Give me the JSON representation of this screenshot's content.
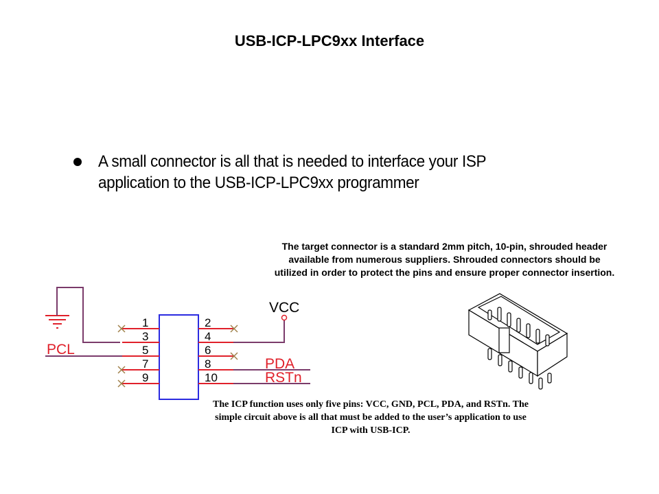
{
  "slide": {
    "title": "USB-ICP-LPC9xx Interface",
    "bullets": [
      {
        "line1": "A small connector is all that is needed to interface your ISP",
        "line2": "application to the USB-ICP-LPC9xx programmer"
      }
    ],
    "connector_note": "The target connector is a standard 2mm pitch, 10-pin, shrouded header available from numerous suppliers.  Shrouded connectors should be utilized in order to protect the pins and ensure proper connector insertion.",
    "circuit_note": "The ICP function  uses only five pins: VCC, GND, PCL, PDA, and RSTn.  The simple circuit above is all that must be added to the user’s application  to use ICP with  USB-ICP."
  },
  "schematic": {
    "left_pins": [
      "1",
      "3",
      "5",
      "7",
      "9"
    ],
    "right_pins": [
      "2",
      "4",
      "6",
      "8",
      "10"
    ],
    "nets": {
      "pcl": "PCL",
      "pda": "PDA",
      "rstn": "RSTn",
      "vcc": "VCC",
      "gnd": "GND"
    },
    "colors": {
      "pin": "#e0202a",
      "wire": "#7a3a6a",
      "body": "#2a2ae0",
      "nc": "#a0804a"
    }
  }
}
